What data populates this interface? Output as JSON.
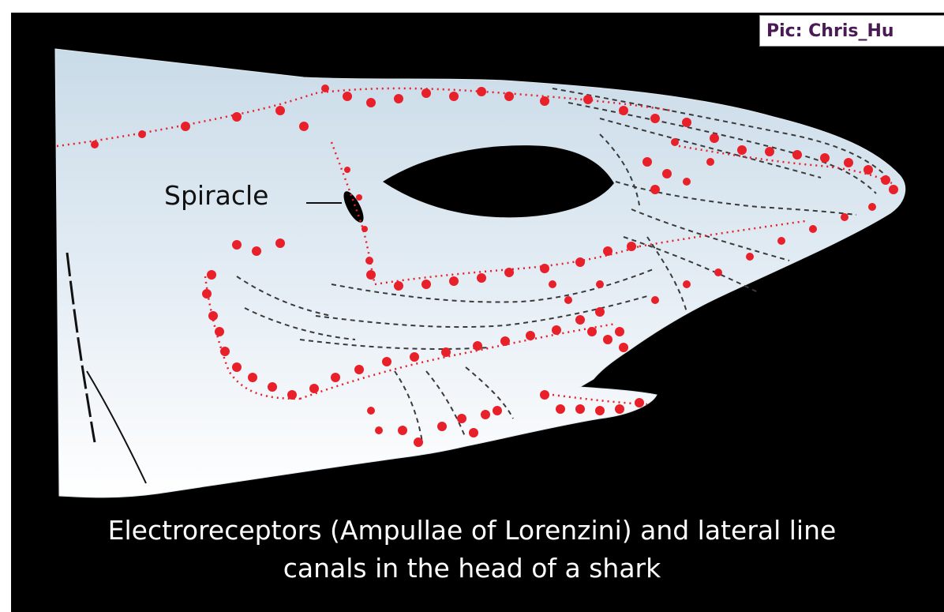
{
  "credit": "Pic: Chris_Hu",
  "labels": {
    "spiracle": "Spiracle"
  },
  "caption": {
    "line1": "Electroreceptors (Ampullae of Lorenzini) and lateral line",
    "line2": "canals in the head of a shark"
  },
  "colors": {
    "background": "#000000",
    "shark_light": "#ffffff",
    "shark_shade": "#c9dbe8",
    "electroreceptor": "#e8202a",
    "lateral_line": "#3a3a3a"
  }
}
